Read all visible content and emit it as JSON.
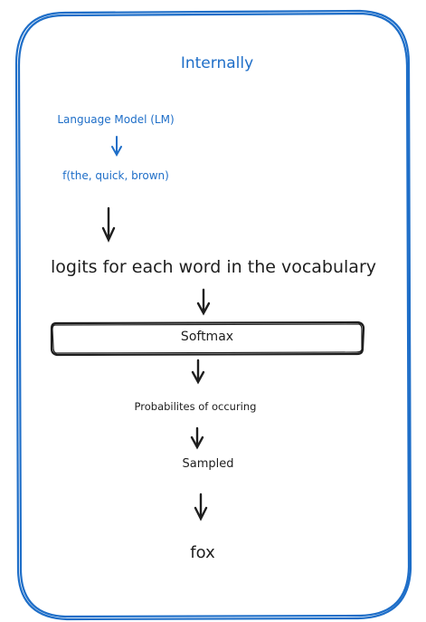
{
  "title": "Internally",
  "flow": {
    "model_label": "Language Model (LM)",
    "function_label": "f(the, quick, brown)",
    "logits_label": "logits for each word in the vocabulary",
    "softmax_label": "Softmax",
    "probabilities_label": "Probabilites of occuring",
    "sampled_label": "Sampled",
    "output_label": "fox"
  },
  "colors": {
    "accent": "#1e6ec8",
    "ink": "#1e1e1e",
    "background": "#ffffff"
  }
}
